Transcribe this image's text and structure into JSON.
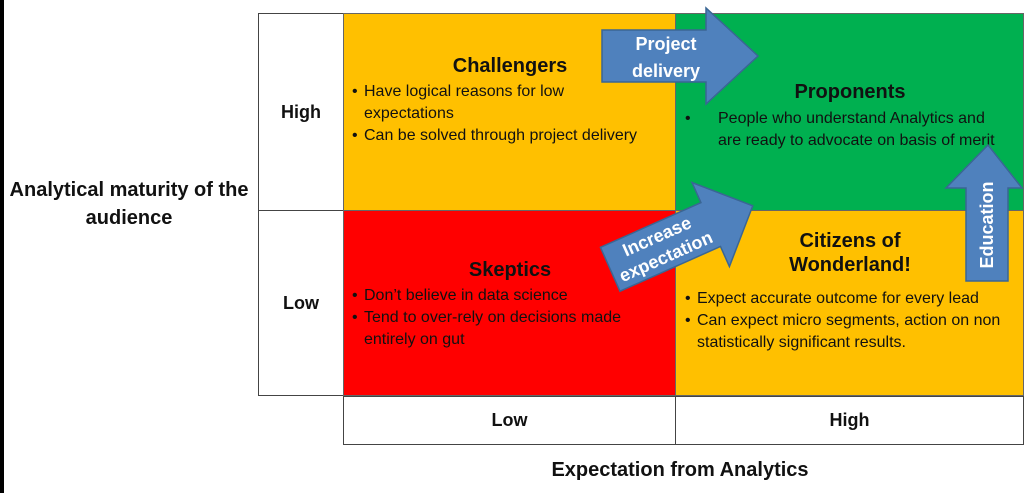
{
  "axes": {
    "y_title": "Analytical maturity of the audience",
    "x_title": "Expectation from Analytics",
    "y_high": "High",
    "y_low": "Low",
    "x_low": "Low",
    "x_high": "High"
  },
  "quadrants": {
    "challengers": {
      "title": "Challengers",
      "color": "#FFC000",
      "bullets": [
        "Have logical reasons for low expectations",
        "Can be solved through project delivery"
      ]
    },
    "proponents": {
      "title": "Proponents",
      "color": "#00B050",
      "bullets": [
        "People who understand Analytics and are ready to advocate on basis of merit"
      ]
    },
    "skeptics": {
      "title": "Skeptics",
      "color": "#FF0000",
      "bullets": [
        "Don’t believe in data science",
        "Tend to over-rely on decisions made entirely on gut"
      ]
    },
    "citizens": {
      "title_line1": "Citizens of",
      "title_line2": "Wonderland!",
      "color": "#FFC000",
      "bullets": [
        "Expect accurate outcome for every lead",
        "Can expect micro segments, action on non statistically significant results."
      ]
    }
  },
  "arrows": {
    "color": "#4F81BD",
    "project_delivery": {
      "line1": "Project",
      "line2": "delivery"
    },
    "increase_expectation": {
      "line1": "Increase",
      "line2": "expectation"
    },
    "education": {
      "label": "Education"
    }
  }
}
